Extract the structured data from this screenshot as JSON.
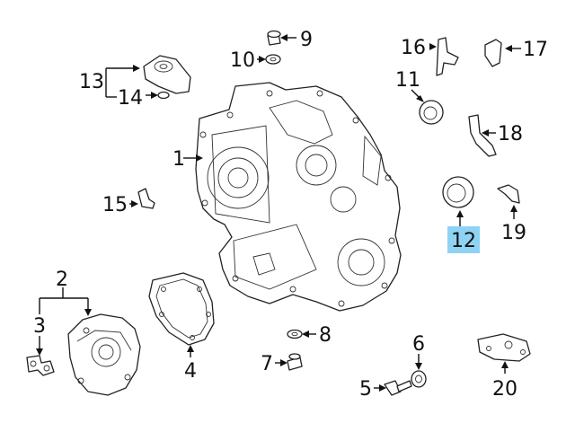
{
  "callouts": {
    "c1": "1",
    "c2": "2",
    "c3": "3",
    "c4": "4",
    "c5": "5",
    "c6": "6",
    "c7": "7",
    "c8": "8",
    "c9": "9",
    "c10": "10",
    "c11": "11",
    "c12": "12",
    "c13": "13",
    "c14": "14",
    "c15": "15",
    "c16": "16",
    "c17": "17",
    "c18": "18",
    "c19": "19",
    "c20": "20"
  },
  "highlight": {
    "callout": "12",
    "color": "#8fd3f4"
  }
}
